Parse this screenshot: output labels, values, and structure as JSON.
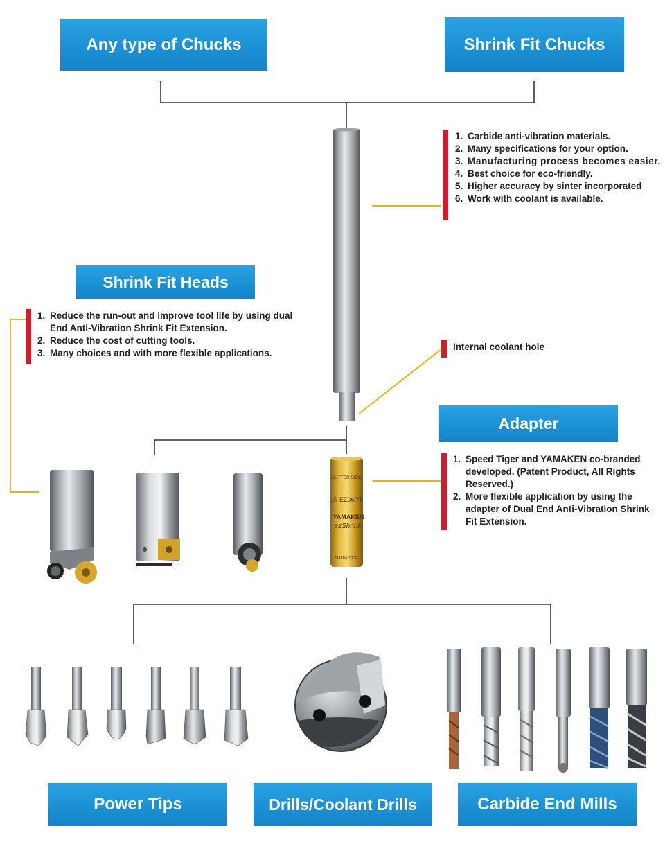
{
  "boxes": {
    "any_chucks": "Any type of Chucks",
    "shrink_chucks": "Shrink Fit Chucks",
    "shrink_heads": "Shrink Fit Heads",
    "adapter": "Adapter",
    "power_tips": "Power Tips",
    "drills": "Drills/Coolant Drills",
    "end_mills": "Carbide End Mills"
  },
  "extension_features": [
    {
      "n": "1.",
      "t": "Carbide anti-vibration materials."
    },
    {
      "n": "2.",
      "t": "Many specifications for your option."
    },
    {
      "n": "3.",
      "t": "Manufacturing process becomes easier."
    },
    {
      "n": "4.",
      "t": "Best choice for eco-friendly."
    },
    {
      "n": "5.",
      "t": "Higher accuracy by sinter incorporated"
    },
    {
      "n": "6.",
      "t": "Work with coolant is available."
    }
  ],
  "heads_features": [
    {
      "n": "1.",
      "t": "Reduce the run-out and improve tool life by using dual  End Anti-Vibration Shrink Fit Extension."
    },
    {
      "n": "2.",
      "t": "Reduce the cost of cutting tools."
    },
    {
      "n": "3.",
      "t": "Many choices and with more flexible applications."
    }
  ],
  "coolant_label": "Internal coolant hole",
  "adapter_features": [
    {
      "n": "1.",
      "t": "Speed Tiger and YAMAKEN co-branded developed. (Patent Product, All Rights  Reserved.)"
    },
    {
      "n": "2.",
      "t": "More flexible application by using the adapter of Dual End Anti-Vibration Shrink  Fit Extension."
    }
  ],
  "adapter_marks": {
    "line1": "CUTTER SIDE",
    "line2": "10-EZ06PT",
    "line3": "YAMAKEN",
    "line4": "ezShrink",
    "line5": "SHANK SIDE"
  },
  "colors": {
    "box_blue": "#1b8fd3",
    "red_bar": "#cf1f2e",
    "leader_yellow": "#e8b416",
    "adapter_gold": "#c99a1e"
  }
}
